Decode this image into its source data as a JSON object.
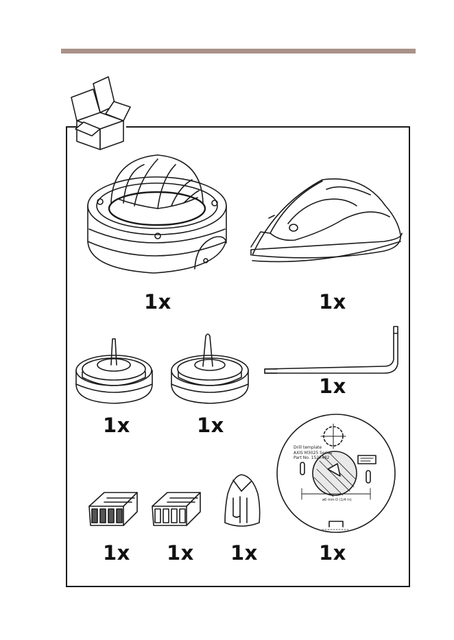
{
  "header": {
    "accent_color": "#a89288"
  },
  "package_contents": {
    "icon": "open-box-icon",
    "items": [
      {
        "icon": "dome-camera-icon",
        "quantity": "1x"
      },
      {
        "icon": "weather-shield-icon",
        "quantity": "1x"
      },
      {
        "icon": "cable-gasket-thin-icon",
        "quantity": "1x"
      },
      {
        "icon": "cable-gasket-thick-icon",
        "quantity": "1x"
      },
      {
        "icon": "torx-key-icon",
        "quantity": "1x"
      },
      {
        "icon": "terminal-block-connector-dark-icon",
        "quantity": "1x"
      },
      {
        "icon": "terminal-block-connector-light-icon",
        "quantity": "1x"
      },
      {
        "icon": "connector-guard-icon",
        "quantity": "1x"
      },
      {
        "icon": "drill-template-icon",
        "quantity": "1x"
      }
    ]
  },
  "drill_template": {
    "title": "Drill template",
    "model": "AXIS M3025 Series",
    "part_no": "Part No. 1527482",
    "dimension": "ø6 mm D (1/4 in)"
  }
}
